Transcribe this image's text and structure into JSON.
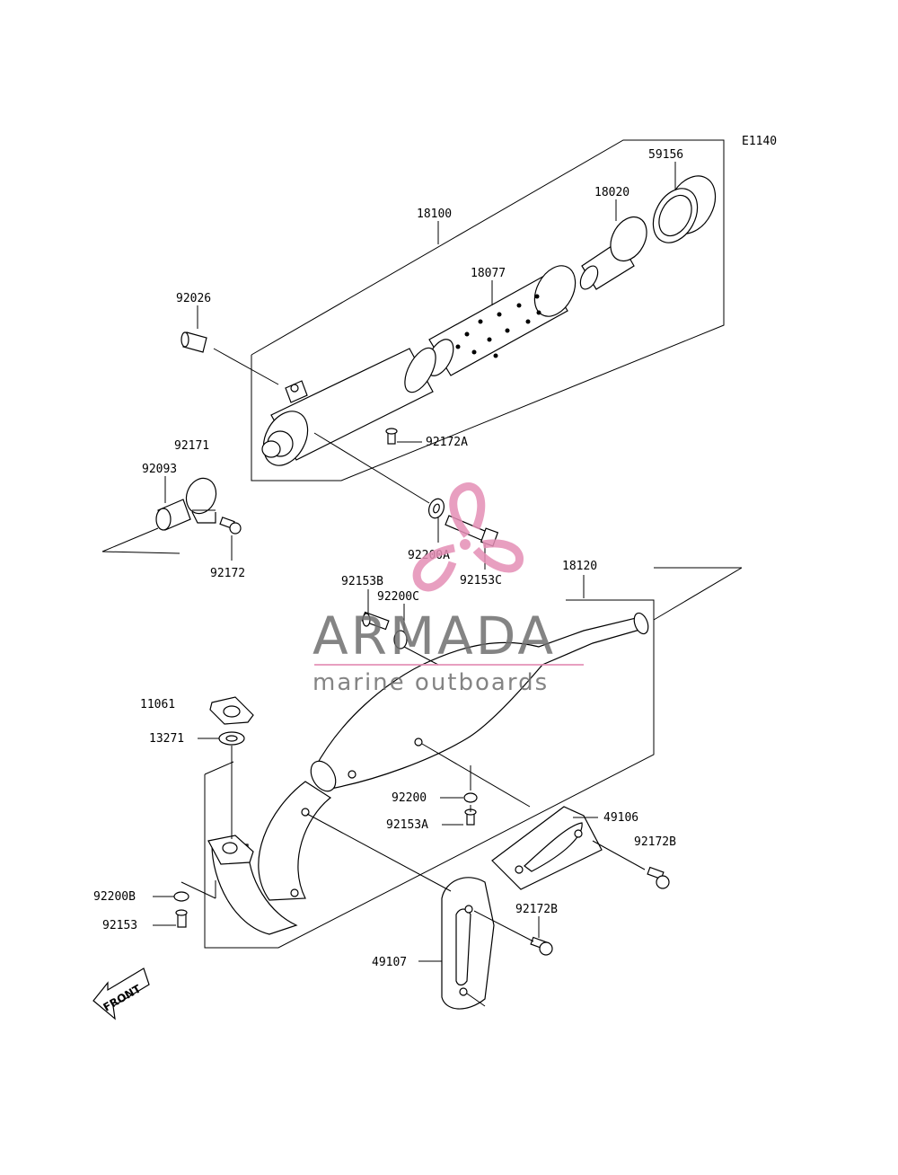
{
  "diagram": {
    "code": "E1140",
    "labels": {
      "p59156": "59156",
      "p18020": "18020",
      "p18100": "18100",
      "p18077": "18077",
      "p92026": "92026",
      "p92172A": "92172A",
      "p92171": "92171",
      "p92093": "92093",
      "p92172": "92172",
      "p92200A": "92200A",
      "p92153C": "92153C",
      "p18120": "18120",
      "p92153B": "92153B",
      "p92200C": "92200C",
      "p11061": "11061",
      "p13271": "13271",
      "p92200": "92200",
      "p92153A": "92153A",
      "p49106": "49106",
      "p92172B_a": "92172B",
      "p92200B": "92200B",
      "p92153": "92153",
      "p92172B_b": "92172B",
      "p49107": "49107"
    },
    "front_label": "FRONT"
  },
  "watermark": {
    "title": "ARMADA",
    "subtitle": "marine outboards",
    "accent": "#e58fb6",
    "text_color": "#6f6f6f"
  }
}
